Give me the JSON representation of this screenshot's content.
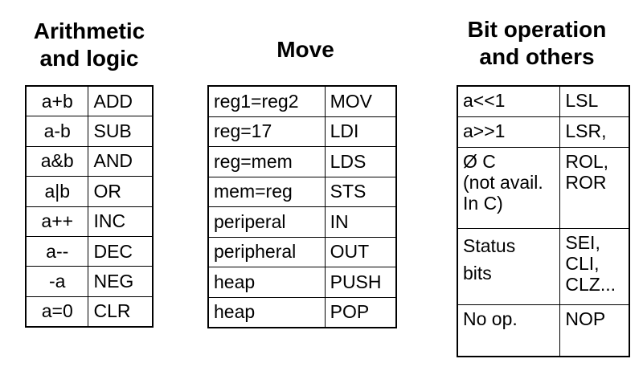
{
  "sections": [
    {
      "id": "arith",
      "heading": [
        "Arithmetic",
        "and logic"
      ],
      "rows": [
        [
          "a+b",
          "ADD"
        ],
        [
          "a-b",
          "SUB"
        ],
        [
          "a&b",
          "AND"
        ],
        [
          "a|b",
          "OR"
        ],
        [
          "a++",
          "INC"
        ],
        [
          "a--",
          "DEC"
        ],
        [
          "-a",
          "NEG"
        ],
        [
          "a=0",
          "CLR"
        ]
      ]
    },
    {
      "id": "move",
      "heading": [
        "Move"
      ],
      "rows": [
        [
          "reg1=reg2",
          "MOV"
        ],
        [
          "reg=17",
          "LDI"
        ],
        [
          "reg=mem",
          "LDS"
        ],
        [
          "mem=reg",
          "STS"
        ],
        [
          "periperal",
          "IN"
        ],
        [
          "peripheral",
          "OUT"
        ],
        [
          "heap",
          "PUSH"
        ],
        [
          "heap",
          "POP"
        ]
      ]
    },
    {
      "id": "bit",
      "heading": [
        "Bit operation",
        "and others"
      ],
      "rows": [
        [
          "a<<1",
          "LSL"
        ],
        [
          "a>>1",
          "LSR,"
        ],
        [
          "Ø C\n(not avail.\nIn C)",
          "ROL,\nROR"
        ],
        [
          "Status\nbits",
          "SEI,\nCLI,\nCLZ..."
        ],
        [
          "No op.",
          "NOP"
        ]
      ]
    }
  ]
}
